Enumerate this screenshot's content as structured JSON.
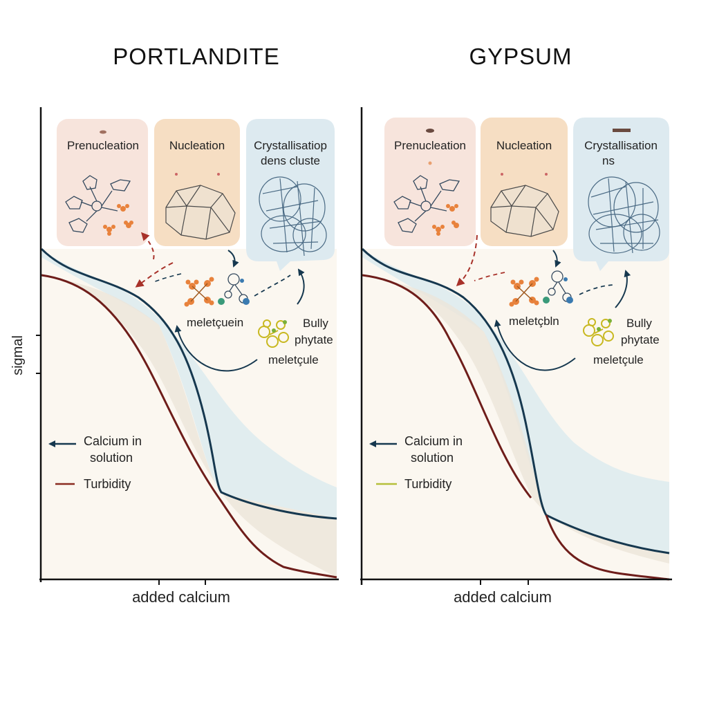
{
  "panels": [
    {
      "title": "PORTLANDITE",
      "stages": [
        {
          "label": "Prenucleation",
          "label2": ""
        },
        {
          "label": "Nucleation",
          "label2": ""
        },
        {
          "label": "Crystallisatiop",
          "label2": "dens cluste"
        }
      ],
      "annotations": {
        "molecule_label": "meletçuein",
        "bully": "Bully",
        "phytate": "phytate",
        "molecule_label_2": "meletçule"
      },
      "xlabel": "added calcium",
      "ylabel": "sigmal",
      "legend": [
        {
          "label": "Calcium in",
          "label2": "solution",
          "color": "#16384f",
          "marker": "arrow"
        },
        {
          "label": "Turbidity",
          "label2": "",
          "color": "#8a2a20",
          "marker": "line"
        }
      ]
    },
    {
      "title": "GYPSUM",
      "stages": [
        {
          "label": "Prenucleation",
          "label2": ""
        },
        {
          "label": "Nucleation",
          "label2": ""
        },
        {
          "label": "Crystallisation",
          "label2": "ns"
        }
      ],
      "annotations": {
        "molecule_label": "meletçbln",
        "bully": "Bully",
        "phytate": "phytate",
        "molecule_label_2": "meletçule"
      },
      "xlabel": "added calcium",
      "ylabel": "",
      "legend": [
        {
          "label": "Calcium in",
          "label2": "solution",
          "color": "#16384f",
          "marker": "arrow"
        },
        {
          "label": "Turbidity",
          "label2": "",
          "color": "#b5bf3a",
          "marker": "line"
        }
      ]
    }
  ],
  "colors": {
    "calcium_curve": "#16384f",
    "turbidity_curve": "#6e1d1a",
    "prenucleation_box": "#f6e1d8",
    "nucleation_box": "#f5dcc0",
    "crystallisation_box": "#dbe9ef",
    "blue_band": "#dcebef",
    "beige_band": "#ece5da",
    "red_arrow": "#a8322a"
  },
  "icons": [
    "molecule-icon",
    "crystal-icon",
    "cluster-icon",
    "phytate-molecule-icon",
    "arrow-icon"
  ]
}
